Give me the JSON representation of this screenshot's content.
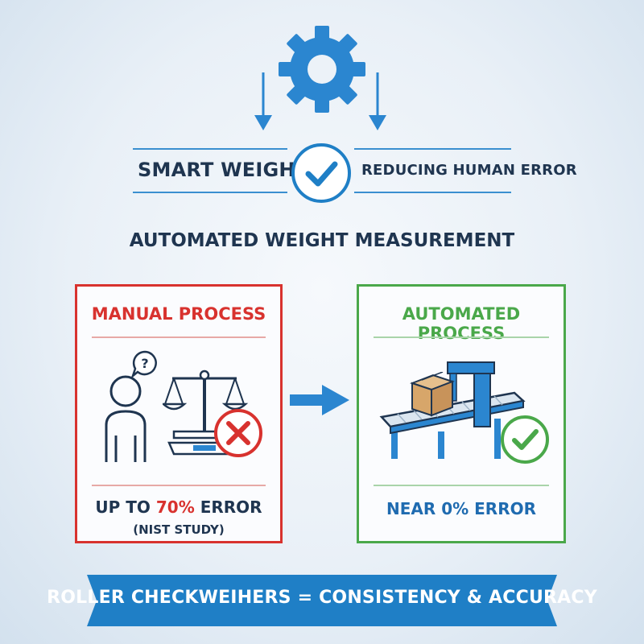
{
  "header": {
    "left_label": "SMART WEIGHT",
    "right_label": "REDUCING HUMAN ERROR",
    "icons": [
      "gear-icon",
      "arrow-down-icon",
      "check-circle-icon"
    ]
  },
  "subtitle": "AUTOMATED WEIGHT MEASUREMENT",
  "manual": {
    "title": "MANUAL PROCESS",
    "stat_prefix": "UP TO ",
    "stat_value": "70%",
    "stat_suffix": " ERROR",
    "note": "(NIST STUDY)",
    "icons": [
      "person-icon",
      "question-bubble-icon",
      "balance-scale-icon",
      "error-x-icon"
    ]
  },
  "automated": {
    "title": "AUTOMATED PROCESS",
    "stat": "NEAR 0% ERROR",
    "icons": [
      "conveyor-checkweigher-icon",
      "box-icon",
      "success-check-icon"
    ]
  },
  "banner": "ROLLER CHECKWEIHERS = CONSISTENCY & ACCURACY",
  "colors": {
    "primary_blue": "#1f7fc6",
    "navy_text": "#1f3550",
    "error_red": "#d8322e",
    "success_green": "#4aa84a"
  }
}
